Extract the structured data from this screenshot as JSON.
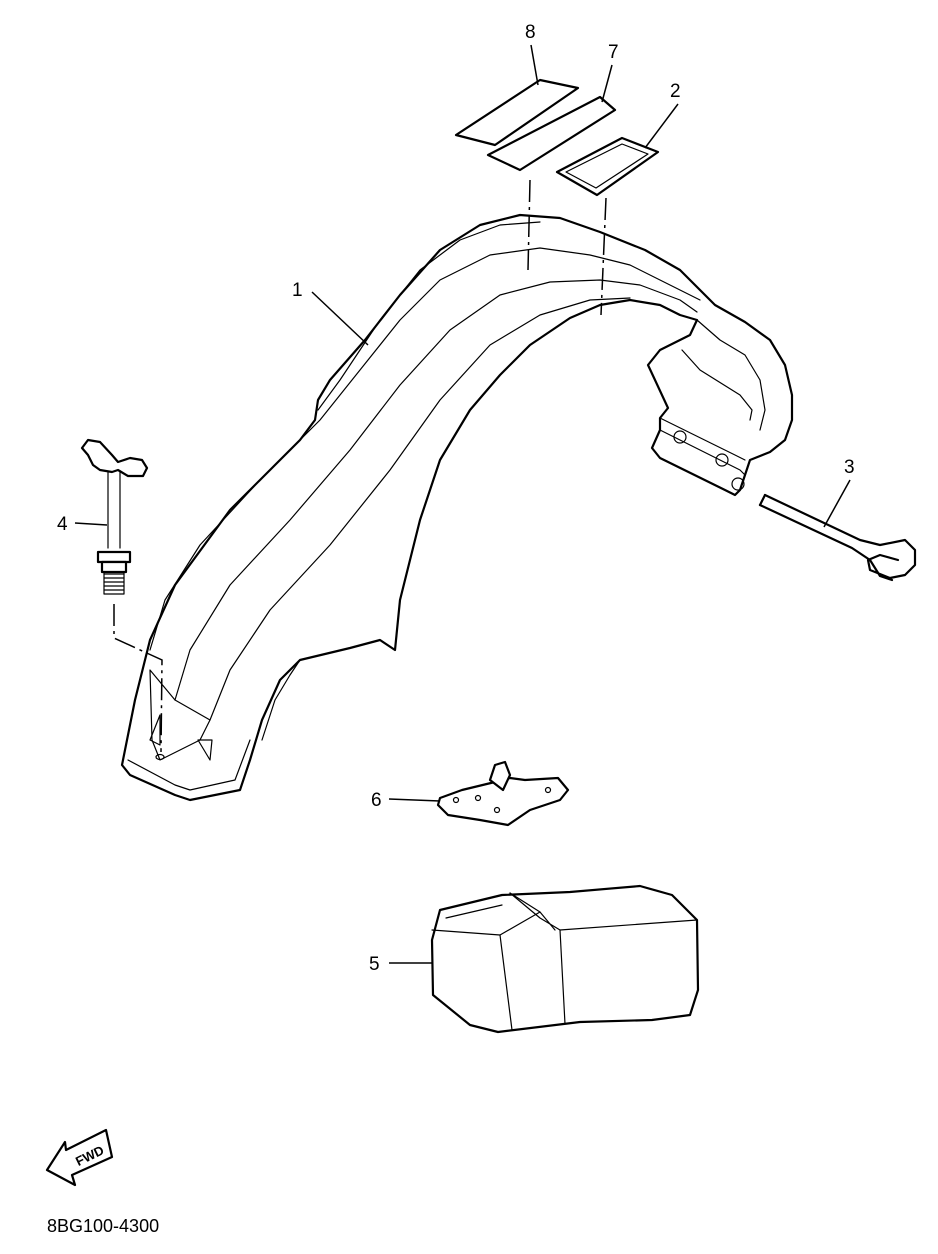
{
  "diagram": {
    "code": "8BG100-4300",
    "fwd_label": "FWD",
    "callouts": [
      {
        "id": "c1",
        "number": "1"
      },
      {
        "id": "c2",
        "number": "2"
      },
      {
        "id": "c3",
        "number": "3"
      },
      {
        "id": "c4",
        "number": "4"
      },
      {
        "id": "c5",
        "number": "5"
      },
      {
        "id": "c6",
        "number": "6"
      },
      {
        "id": "c7",
        "number": "7"
      },
      {
        "id": "c8",
        "number": "8"
      }
    ]
  }
}
